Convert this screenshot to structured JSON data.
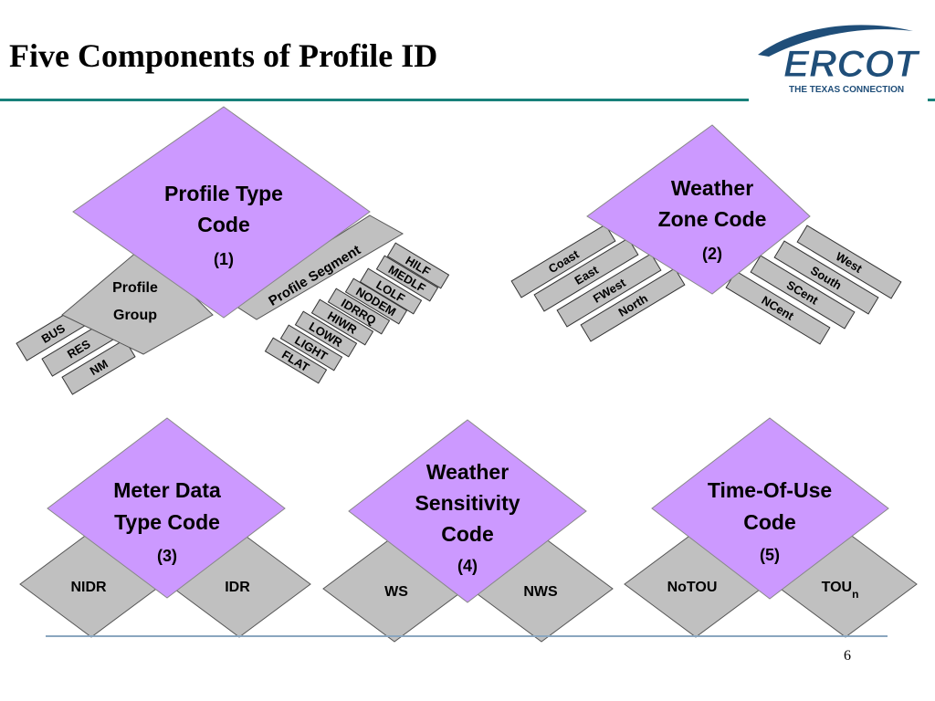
{
  "title": "Five Components of Profile ID",
  "page_number": "6",
  "logo": {
    "brand": "ERCOT",
    "tagline": "THE TEXAS CONNECTION"
  },
  "colors": {
    "purple": "#cc99ff",
    "gray": "#c0c0c0",
    "teal": "#17807a",
    "navy": "#1f4e79"
  },
  "components": [
    {
      "name_lines": [
        "Profile Type",
        "Code"
      ],
      "number": "(1)",
      "profile_group": {
        "label_lines": [
          "Profile",
          "Group"
        ],
        "codes": [
          "BUS",
          "RES",
          "NM"
        ]
      },
      "profile_segment": {
        "label": "Profile Segment",
        "codes": [
          "HILF",
          "MEDLF",
          "LOLF",
          "NODEM",
          "IDRRQ",
          "HIWR",
          "LOWR",
          "LIGHT",
          "FLAT"
        ]
      }
    },
    {
      "name_lines": [
        "Weather",
        "Zone Code"
      ],
      "number": "(2)",
      "left_codes": [
        "Coast",
        "East",
        "FWest",
        "North"
      ],
      "right_codes": [
        "West",
        "South",
        "SCent",
        "NCent"
      ]
    },
    {
      "name_lines": [
        "Meter Data",
        "Type Code"
      ],
      "number": "(3)",
      "options": [
        "NIDR",
        "IDR"
      ]
    },
    {
      "name_lines": [
        "Weather",
        "Sensitivity",
        "Code"
      ],
      "number": "(4)",
      "options": [
        "WS",
        "NWS"
      ]
    },
    {
      "name_lines": [
        "Time-Of-Use",
        "Code"
      ],
      "number": "(5)",
      "options": [
        "NoTOU",
        "TOU"
      ],
      "subscript": "n"
    }
  ]
}
